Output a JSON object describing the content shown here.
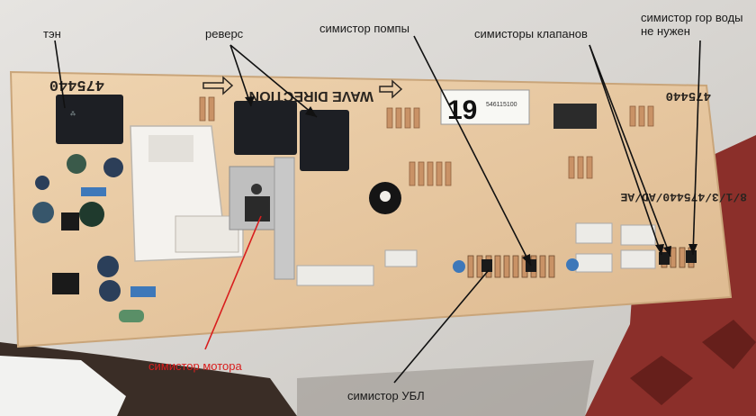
{
  "labels": {
    "ten": "тэн",
    "revers": "реверс",
    "pump": "симистор помпы",
    "valves": "симисторы клапанов",
    "heater_dryer": "симистор гор воды\nне нужен",
    "motor": "симистор мотора",
    "ubl": "симистор УБЛ"
  },
  "board": {
    "part_number_left": "475440",
    "part_number_right": "475440",
    "wave_text": "WAVE DIRECTION",
    "sticker_number": "19",
    "sticker_code": "546115100",
    "model_code": "8/1/3/475440/AD/AE"
  },
  "colors": {
    "pcb": "#e7c9a3",
    "relay": "#1d1f24",
    "annotation_line": "#111111",
    "annotation_red": "#d81e1e"
  }
}
